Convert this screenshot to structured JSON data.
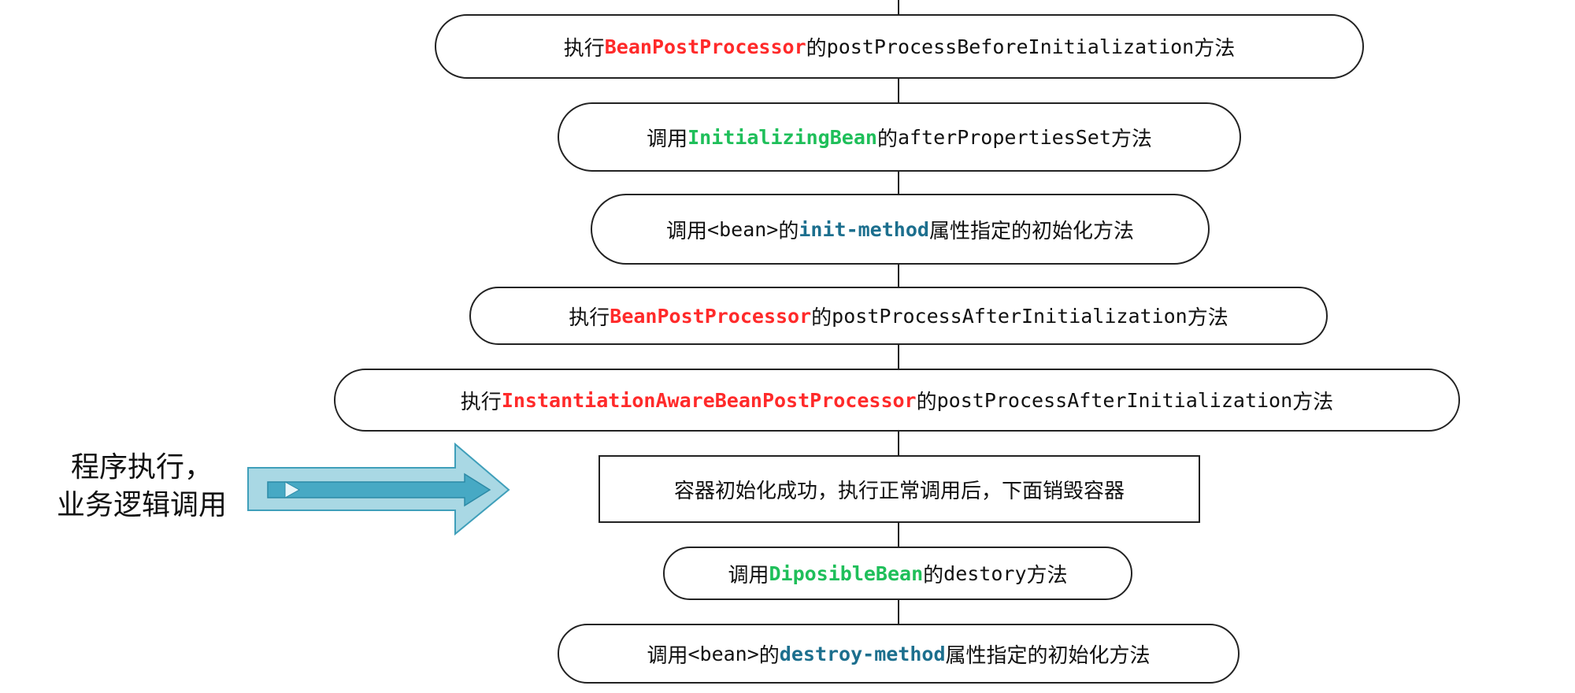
{
  "colors": {
    "highlight_red": "#ff2a2a",
    "highlight_green": "#1fbf5a",
    "highlight_teal": "#1c6f8e",
    "arrow_fill": "#a9d8e4",
    "arrow_inner": "#47a9c4"
  },
  "nodes": [
    {
      "pre": "执行",
      "hl": "BeanPostProcessor",
      "mid": "的",
      "code": "postProcessBeforeInitialization",
      "post": "方法"
    },
    {
      "pre": "调用",
      "hl": "InitializingBean",
      "mid": "的",
      "code": "afterPropertiesSet",
      "post": "方法"
    },
    {
      "pre": "调用",
      "code_pre": "<bean>",
      "mid": "的",
      "hl": "init-method",
      "post": "属性指定的初始化方法"
    },
    {
      "pre": "执行",
      "hl": "BeanPostProcessor",
      "mid": "的",
      "code": "postProcessAfterInitialization",
      "post": "方法"
    },
    {
      "pre": "执行",
      "hl": "InstantiationAwareBeanPostProcessor",
      "mid": "的",
      "code": "postProcessAfterInitialization",
      "post": "方法"
    },
    {
      "text": "容器初始化成功，执行正常调用后，下面销毁容器"
    },
    {
      "pre": "调用",
      "hl": "DiposibleBean",
      "mid": "的",
      "code": "destory",
      "post": "方法"
    },
    {
      "pre": "调用",
      "code_pre": "<bean>",
      "mid": "的",
      "hl": "destroy-method",
      "post": "属性指定的初始化方法"
    }
  ],
  "side_label": {
    "line1": "程序执行，",
    "line2": "业务逻辑调用"
  }
}
